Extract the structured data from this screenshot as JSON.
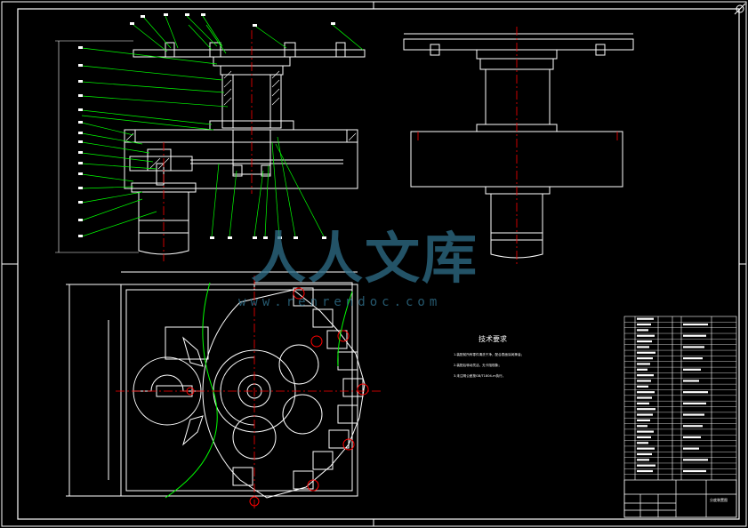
{
  "watermark": {
    "brand": "人人文库",
    "url": "www.renrendoc.com"
  },
  "tech_requirements": {
    "title": "技术要求",
    "lines": [
      "1.装配前所有零件清洗干净，配合表面涂润滑油；",
      "2.装配后转动灵活，无卡阻现象；",
      "3.未注明公差按GB/T1804-m执行。"
    ]
  },
  "title_block": {
    "drawing_name": "分度装置图"
  },
  "colors": {
    "outline": "#ffffff",
    "leader": "#00ff00",
    "centerline": "#ff0000",
    "watermark": "#2f6f8a"
  }
}
